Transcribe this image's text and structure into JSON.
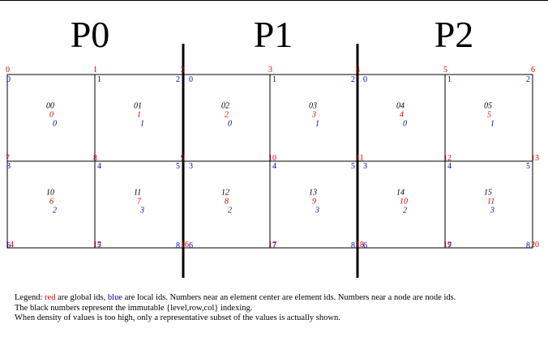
{
  "partitions": [
    "P0",
    "P1",
    "P2"
  ],
  "colors": {
    "global": "#e00000",
    "local": "#0000c8",
    "index": "#000000",
    "divider": "#000000"
  },
  "grid": {
    "rows": 2,
    "cols": 6,
    "partition_of_col": [
      0,
      0,
      1,
      1,
      2,
      2
    ]
  },
  "elements": [
    {
      "index": "00",
      "global": "0",
      "local": "0"
    },
    {
      "index": "01",
      "global": "1",
      "local": "1"
    },
    {
      "index": "02",
      "global": "2",
      "local": "0"
    },
    {
      "index": "03",
      "global": "3",
      "local": "1"
    },
    {
      "index": "04",
      "global": "4",
      "local": "0"
    },
    {
      "index": "05",
      "global": "5",
      "local": "1"
    },
    {
      "index": "10",
      "global": "6",
      "local": "2"
    },
    {
      "index": "11",
      "global": "7",
      "local": "3"
    },
    {
      "index": "12",
      "global": "8",
      "local": "2"
    },
    {
      "index": "13",
      "global": "9",
      "local": "3"
    },
    {
      "index": "14",
      "global": "10",
      "local": "2"
    },
    {
      "index": "15",
      "global": "11",
      "local": "3"
    }
  ],
  "node_global_ids": [
    [
      "0",
      "1",
      "2",
      "3",
      "4",
      "5",
      "6"
    ],
    [
      "7",
      "8",
      "9",
      "10",
      "11",
      "12",
      "13"
    ],
    [
      "14",
      "15",
      "16",
      "17",
      "18",
      "19",
      "20"
    ]
  ],
  "node_local_ids": [
    [
      "0",
      "1",
      "2",
      "0",
      "1",
      "2",
      "0",
      "1",
      "2"
    ],
    [
      "3",
      "4",
      "5",
      "3",
      "4",
      "5",
      "3",
      "4",
      "5"
    ],
    [
      "6",
      "7",
      "8",
      "6",
      "7",
      "8",
      "6",
      "7",
      "8"
    ]
  ],
  "legend": {
    "prefix": "Legend: ",
    "red_word": "red",
    "middle1": " are global ids, ",
    "blue_word": "blue",
    "rest": " are local ids. Numbers near an element center are element ids. Numbers near a node are node ids.",
    "line2": "The black numbers represent the immutable {level,row,col} indexing.",
    "line3": "When density of values is too high, only a representative subset of the values is actually shown."
  }
}
